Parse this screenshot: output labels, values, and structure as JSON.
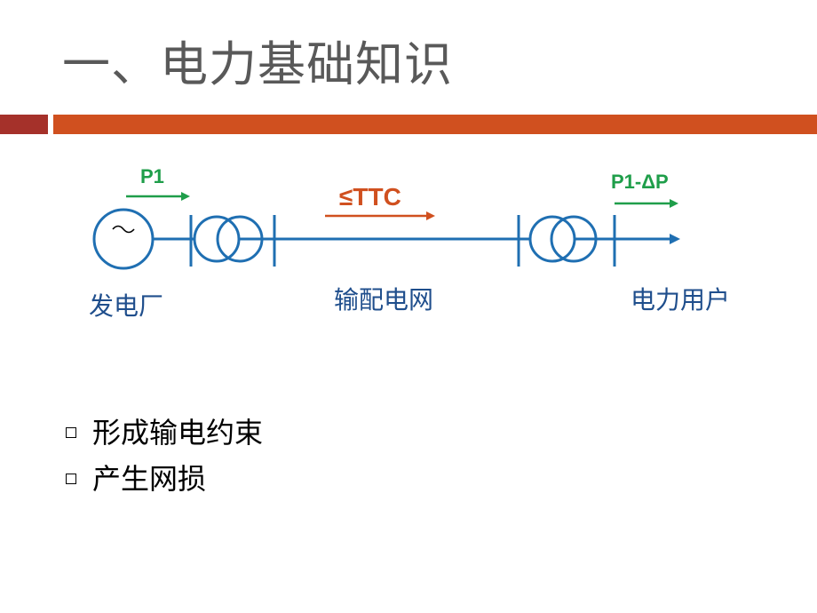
{
  "slide": {
    "title": "一、电力基础知识"
  },
  "diagram": {
    "source_label": "发电厂",
    "grid_label": "输配电网",
    "user_label": "电力用户",
    "generator_symbol": "~",
    "flow_in_label": "P1",
    "flow_limit_label": "≤TTC",
    "flow_out_label": "P1-ΔP",
    "colors": {
      "line": "#1f6fb2",
      "flow_green": "#1f9e4a",
      "flow_orange": "#d0501f",
      "text_blue": "#1f4e8c"
    }
  },
  "bullets": [
    {
      "text": "形成输电约束"
    },
    {
      "text": "产生网损"
    }
  ],
  "colors": {
    "title": "#595959",
    "bar_dark": "#a5312a",
    "bar_orange": "#d0501f"
  }
}
